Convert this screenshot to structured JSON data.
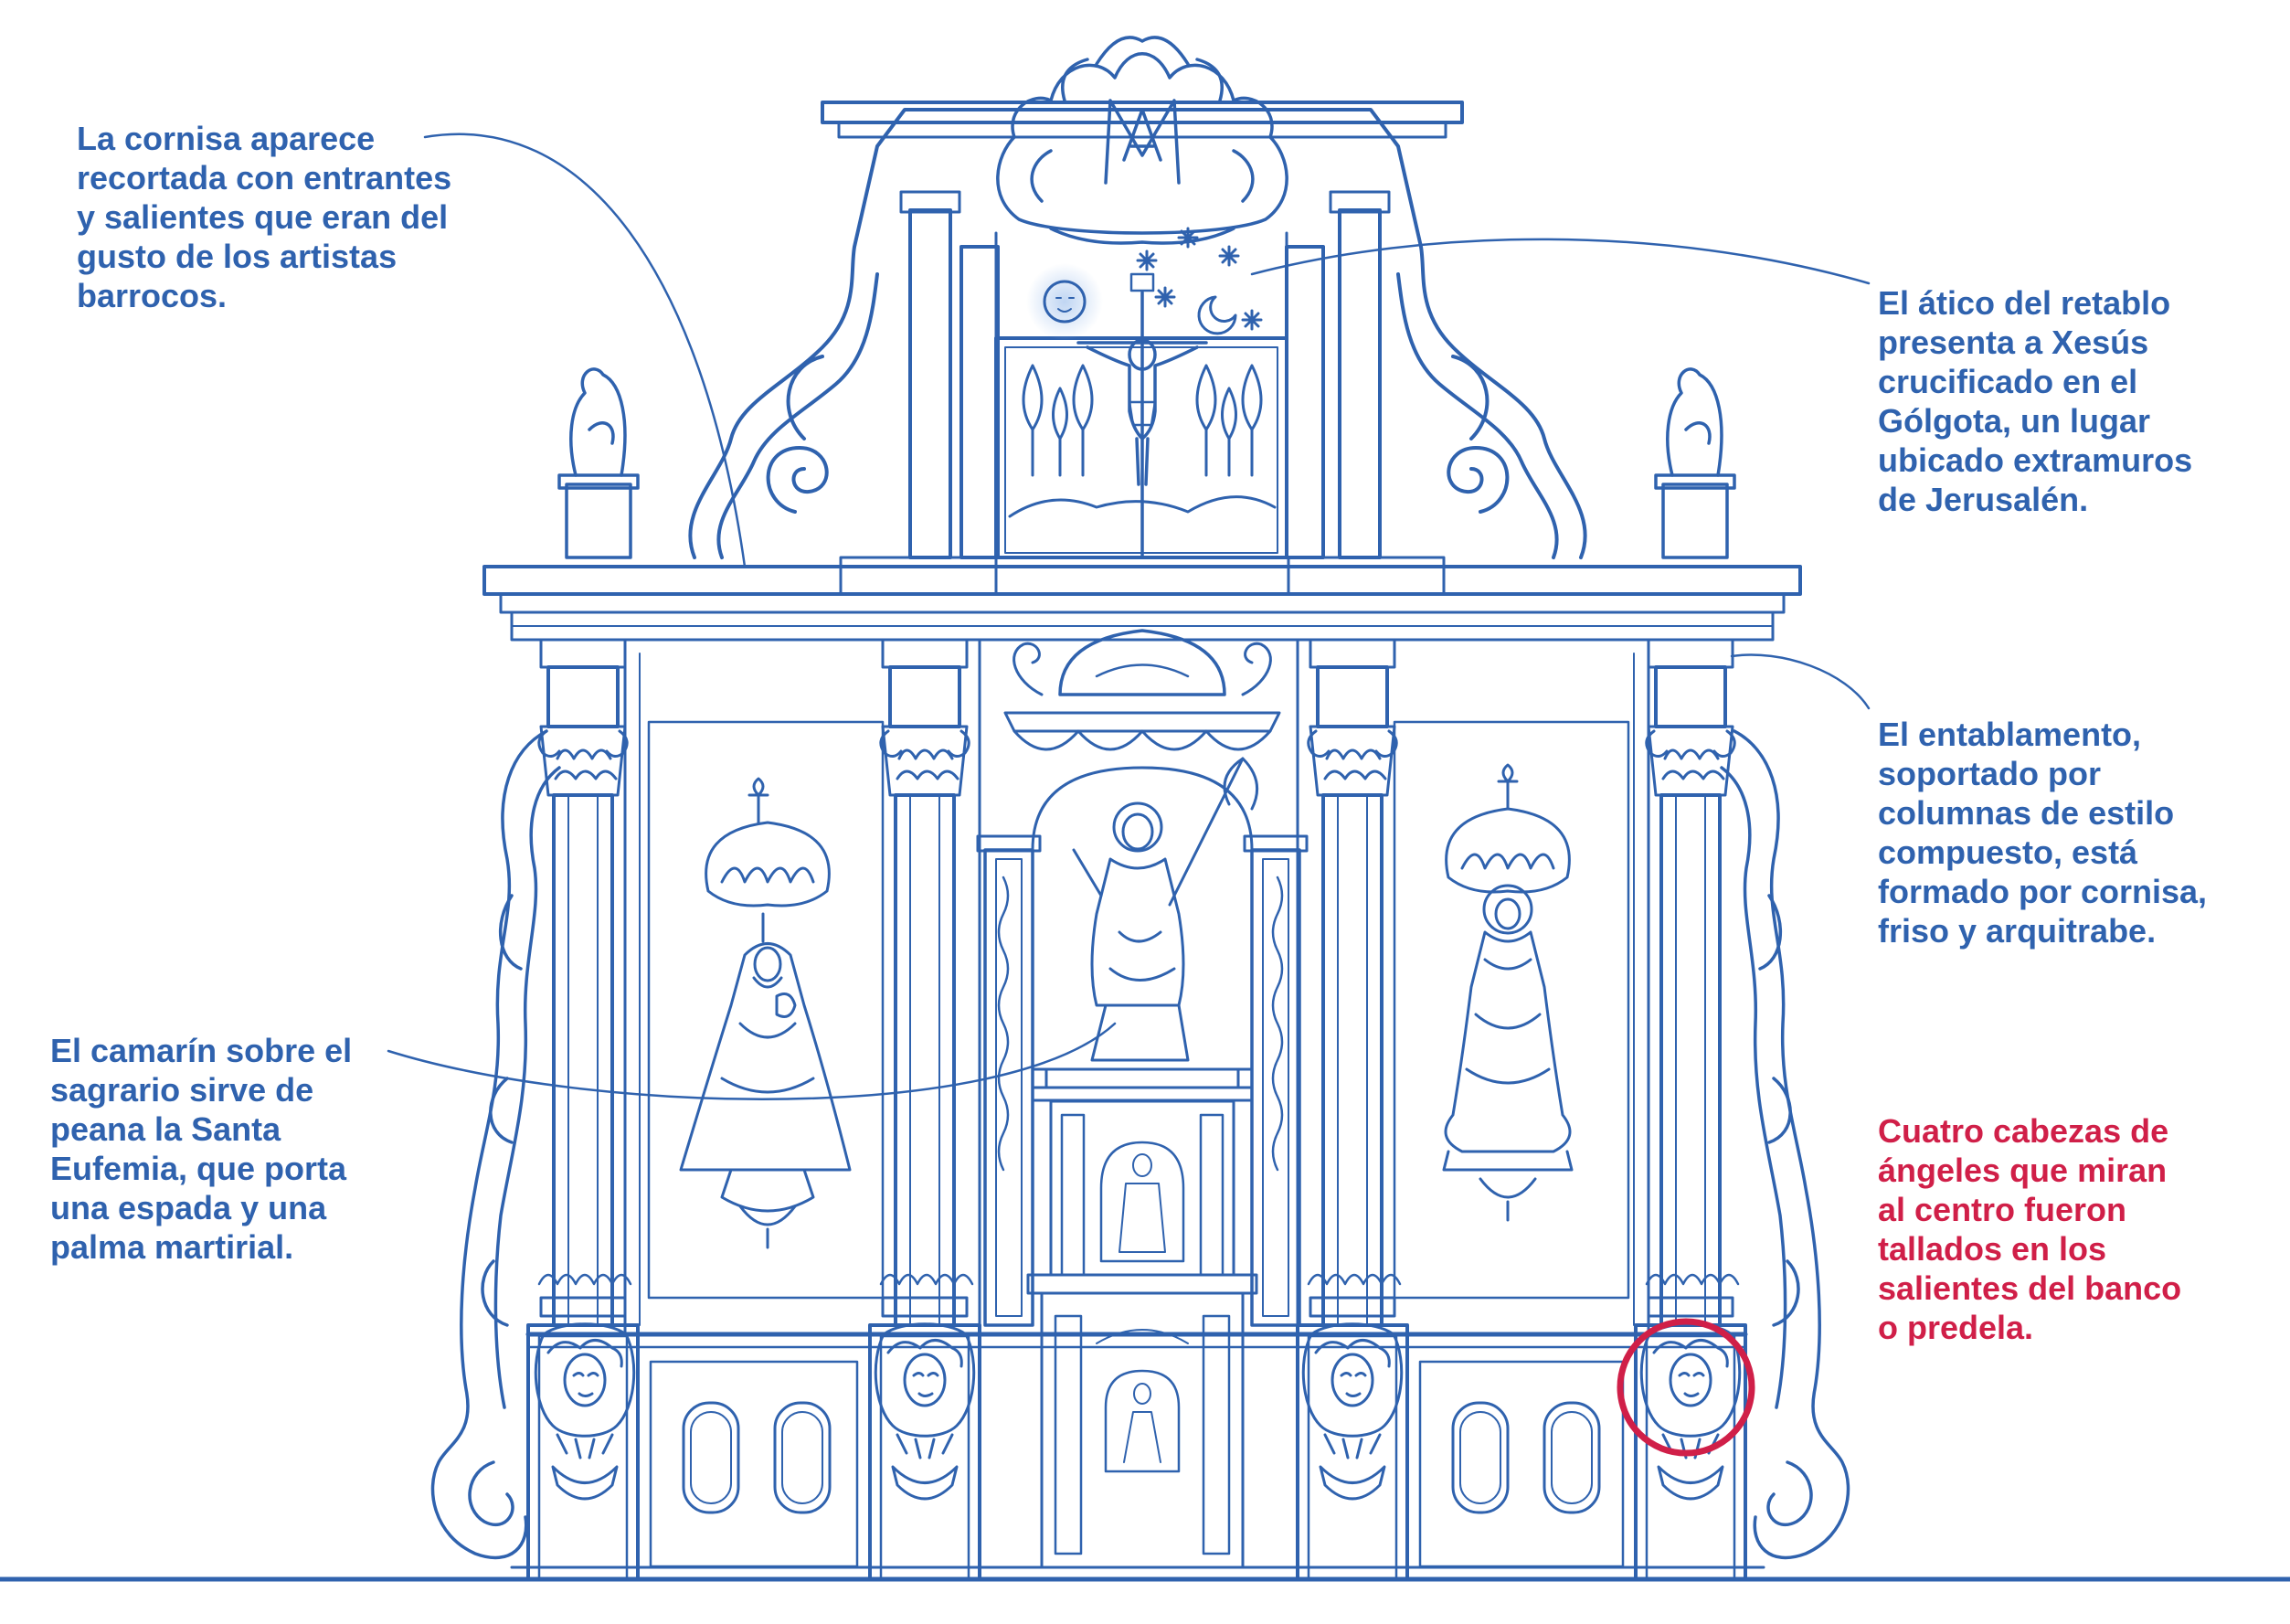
{
  "annotations": {
    "cornice": "La cornisa aparece\nrecortada con entrantes\ny salientes que eran del\ngusto de los artistas\nbarrocos.",
    "attic": "El ático del retablo\npresenta a Xesús\ncrucificado en el\nGólgota, un lugar\nubicado extramuros\nde Jerusalén.",
    "entablature": "El entablamento,\nsoportado por\ncolumnas de estilo\ncompuesto, está\nformado por cornisa,\nfriso y arquitrabe.",
    "camarin": "El camarín sobre el\nsagrario sirve de\npeana la Santa\nEufemia, que porta\nuna espada y una\npalma martirial.",
    "angels": "Cuatro cabezas de\nángeles que miran\nal centro fueron\ntallados en los\nsalientes del banco\no predela."
  },
  "colors": {
    "line_blue": "#2f62ae",
    "label_blue": "#2f62ae",
    "highlight_red": "#d01f48",
    "fill_light": "#ffffff",
    "glow_blue": "#bcd3f2"
  }
}
